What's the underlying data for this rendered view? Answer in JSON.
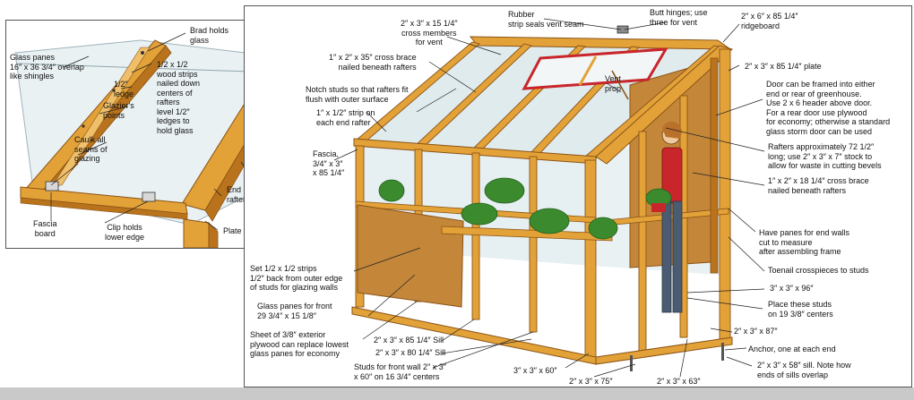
{
  "colors": {
    "wood": "#e3a238",
    "wood_dark": "#b8731c",
    "wood_shadow": "#8a5316",
    "plywood": "#c4873a",
    "glass": "#dbe8ec",
    "foliage": "#3c8a2e",
    "foliage_dark": "#24601c",
    "red_shirt": "#c8262a",
    "jeans": "#4a5b72",
    "leader": "#222222"
  },
  "inset": {
    "labels": {
      "brad": "Brad holds\nglass",
      "glass_panes": "Glass panes\n16″ x 36 3/4″ overlap\nlike shingles",
      "wood_strips": "1/2 x 1/2\nwood strips\nnailed down\ncenters of\nrafters\nlevel 1/2″\nledges to\nhold glass",
      "ledge": "1/2″\nledge",
      "glaziers": "Glazier's\npoints",
      "caulk": "Caulk all\nseams of\nglazing",
      "end_rafter": "End\nrafter",
      "fascia_board": "Fascia\nboard",
      "clip": "Clip holds\nlower edge",
      "plate": "Plate"
    }
  },
  "main": {
    "labels": {
      "cross_members": "2″ x 3″ x 15 1/4″\ncross members\nfor vent",
      "rubber": "Rubber\nstrip seals vent seam",
      "butt_hinges": "Butt hinges; use\nthree for vent",
      "ridgeboard": "2″ x 6″ x 85 1/4″\nridgeboard",
      "cross_brace_top": "1″ x 2″ x 35″ cross brace\nnailed beneath rafters",
      "plate_top": "2″ x 3″ x 85 1/4″ plate",
      "vent_prop": "Vent\nprop",
      "notch": "Notch studs so that rafters fit\nflush with outer surface",
      "door": "Door can be framed into either\nend or rear of greenhouse.\nUse 2 x 6 header above door.\nFor a rear door use plywood\nfor economy; otherwise a standard\nglass storm door can be used",
      "strip_end": "1″ x 1/2″ strip on\neach end rafter",
      "fascia": "Fascia,\n3/4″ x  3″\nx 85 1/4″",
      "rafters": "Rafters approximately 72 1/2″\nlong; use 2″ x 3″ x 7″ stock to\nallow for waste in cutting bevels",
      "cross_brace_18": "1″ x 2″ x 18 1/4″ cross brace\nnailed beneath rafters",
      "panes_end": "Have panes for end walls\ncut to measure\nafter assembling frame",
      "strips_half": "Set 1/2 x 1/2 strips\n1/2″ back from outer edge\nof studs for glazing walls",
      "toenail": "Toenail crosspieces to studs",
      "glass_front": "Glass panes for front\n29 3/4″ x 15 1/8″",
      "ply": "Sheet of 3/8″ exterior\nplywood can replace lowest\nglass panes for economy",
      "s33_96": "3″ x 3″ x 96″",
      "place_studs": "Place these studs\non 19 3/8″ centers",
      "sill_85": "2″ x 3″ x 85 1/4″ Sill",
      "sill_80": "2″ x 3″ x 80 1/4″ Sill",
      "s23_87": "2″ x 3″ x 87″",
      "anchor": "Anchor, one at each end",
      "studs_front": "Studs for front wall 2″ x 3″\nx 60″ on 16 3/4″ centers",
      "s33_60": "3″ x 3″ x 60″",
      "s23_75": "2″ x 3″ x 75″",
      "s23_63": "2″ x 3″ x 63″",
      "sill_58": "2″ x 3″ x 58″ sill. Note how\nends of sills overlap"
    }
  }
}
